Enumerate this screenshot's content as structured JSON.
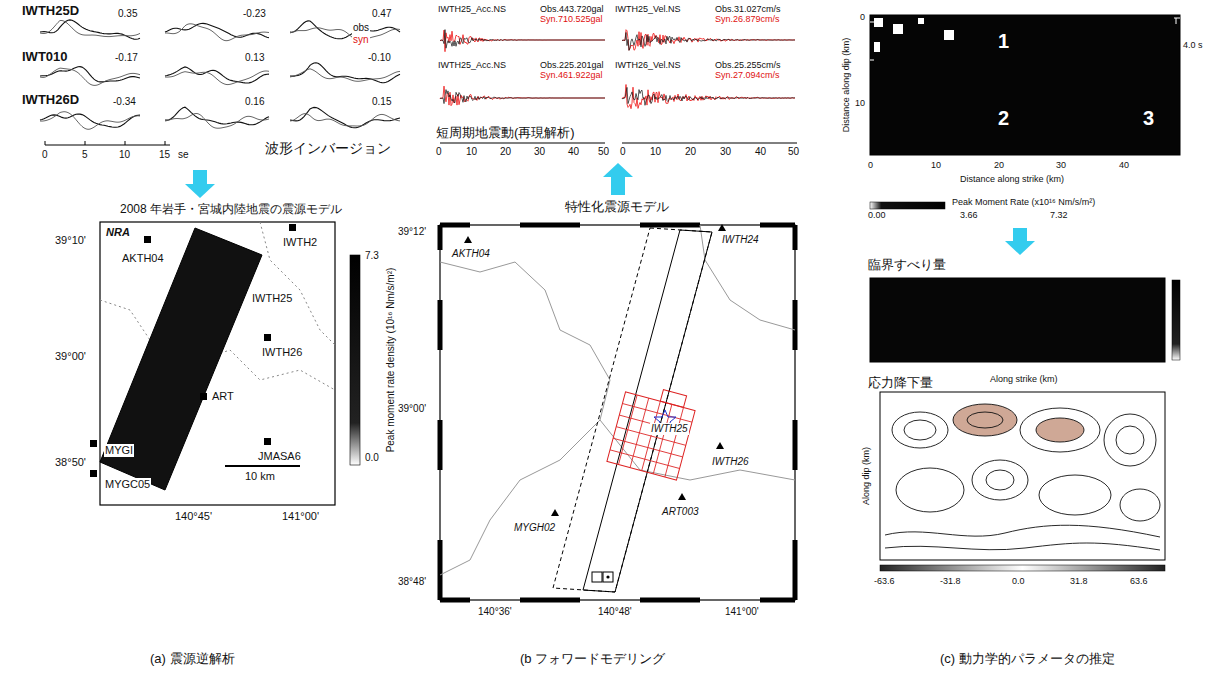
{
  "diagram": {
    "nodes": [
      {
        "text": [
          "波形インバージョン"
        ]
      },
      {
        "text": [
          "2008 年岩手・宮城内陸地震の震源モデル"
        ]
      },
      {
        "text": [
          "特性化震源モデル"
        ]
      },
      {
        "text": [
          "短周期地震動(再現解析)"
        ]
      },
      {
        "text": [
          "1",
          "2",
          "3"
        ]
      },
      {
        "text": [
          "臨界すべり量"
        ]
      },
      {
        "text": [
          "応力降下量"
        ]
      }
    ],
    "edges": [
      {
        "from": 0,
        "to": 1,
        "arrow": "to"
      },
      {
        "from": 2,
        "to": 3,
        "arrow": "to"
      },
      {
        "from": 4,
        "to": 5,
        "arrow": "to"
      }
    ],
    "labels": [
      "IWTH25D",
      "0.35",
      "-0.23",
      "0.47",
      "obs",
      "syn",
      "IWT010",
      "-0.17",
      "0.13",
      "-0.10",
      "IWTH26D",
      "-0.34",
      "0.16",
      "0.15",
      "0",
      "5",
      "10",
      "15",
      "se",
      "NRA",
      "AKTH04",
      "IWTH2",
      "IWTH25",
      "IWTH26",
      "ART",
      "JMASA6",
      "MYGI",
      "MYGC05",
      "10 km",
      "39°10'",
      "39°00'",
      "38°50'",
      "140°45'",
      "141°00'",
      "7.3",
      "0.0",
      "Peak moment rate density (10¹⁶ Nm/s/m²)",
      "IWTH25_Acc.NS",
      "Obs.443.720gal",
      "Syn.710.525gal",
      "IWTH25_Vel.NS",
      "Obs.31.027cm/s",
      "Syn.26.879cm/s",
      "IWTH25_Acc.NS",
      "Obs.225.201gal",
      "Syn.461.922gal",
      "IWTH26_Vel.NS",
      "Obs.25.255cm/s",
      "Syn.27.094cm/s",
      "0",
      "10",
      "20",
      "30",
      "40",
      "50",
      "0",
      "10",
      "20",
      "30",
      "40",
      "50",
      "39°12'",
      "39°00'",
      "38°48'",
      "140°36'",
      "140°48'",
      "141°00'",
      "AKTH04",
      "IWTH24",
      "IWTH25",
      "IWTH26",
      "ART003",
      "MYGH02",
      "Distance along dip (km)",
      "0",
      "10",
      "0",
      "10",
      "20",
      "30",
      "40",
      "Distance along strike (km)",
      "4.0 s",
      "Peak Moment Rate (x10¹⁶ Nm/s/m²)",
      "0.00",
      "3.66",
      "7.32",
      "Along strike (km)",
      "Along dip (km)",
      "-63.6",
      "-31.8",
      "0.0",
      "31.8",
      "63.6",
      "(a) 震源逆解析",
      "(b フォワードモデリング",
      "(c) 動力学的パラメータの推定"
    ]
  }
}
